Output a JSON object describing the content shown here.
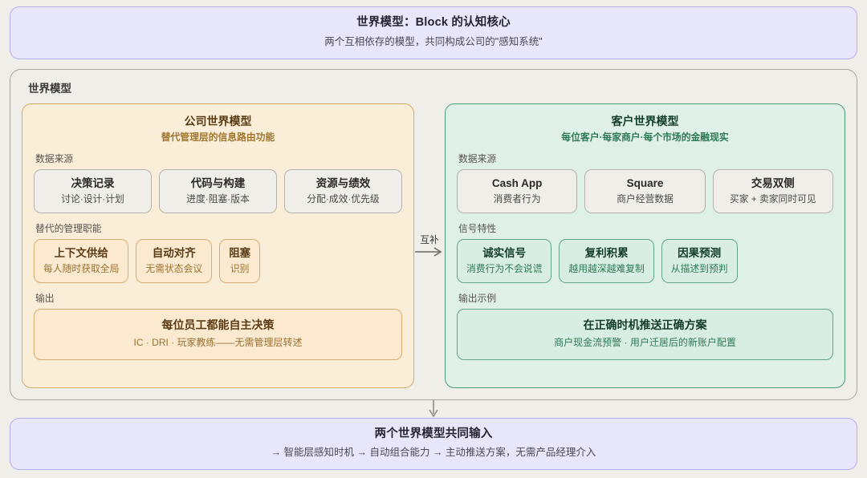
{
  "header": {
    "title": "世界模型：Block 的认知核心",
    "subtitle": "两个互相依存的模型，共同构成公司的\"感知系统\""
  },
  "container": {
    "label": "世界模型"
  },
  "connector": {
    "label": "互补",
    "arrow_icon": "arrow-right-icon"
  },
  "down_connector": {
    "arrow_icon": "arrow-down-icon"
  },
  "company_panel": {
    "title": "公司世界模型",
    "subtitle": "替代管理层的信息路由功能",
    "sections": [
      {
        "label": "数据来源",
        "style": "neutral",
        "equal": true,
        "cards": [
          {
            "title": "决策记录",
            "sub": "讨论·设计·计划"
          },
          {
            "title": "代码与构建",
            "sub": "进度·阻塞·版本"
          },
          {
            "title": "资源与绩效",
            "sub": "分配·成效·优先级"
          }
        ]
      },
      {
        "label": "替代的管理职能",
        "style": "orange",
        "equal": false,
        "cards": [
          {
            "title": "上下文供给",
            "sub": "每人随时获取全局"
          },
          {
            "title": "自动对齐",
            "sub": "无需状态会议"
          },
          {
            "title": "阻塞",
            "sub": "识别"
          }
        ]
      },
      {
        "label": "输出",
        "style": "orange",
        "wide": true,
        "cards": [
          {
            "title": "每位员工都能自主决策",
            "sub": "IC · DRI · 玩家教练——无需管理层转述"
          }
        ]
      }
    ]
  },
  "customer_panel": {
    "title": "客户世界模型",
    "subtitle": "每位客户·每家商户·每个市场的金融现实",
    "sections": [
      {
        "label": "数据来源",
        "style": "neutral",
        "equal": true,
        "cards": [
          {
            "title": "Cash App",
            "sub": "消费者行为"
          },
          {
            "title": "Square",
            "sub": "商户经营数据"
          },
          {
            "title": "交易双侧",
            "sub": "买家 + 卖家同时可见"
          }
        ]
      },
      {
        "label": "信号特性",
        "style": "green",
        "equal": false,
        "cards": [
          {
            "title": "诚实信号",
            "sub": "消费行为不会说谎"
          },
          {
            "title": "复利积累",
            "sub": "越用越深越难复制"
          },
          {
            "title": "因果预测",
            "sub": "从描述到预判"
          }
        ]
      },
      {
        "label": "输出示例",
        "style": "green",
        "wide": true,
        "cards": [
          {
            "title": "在正确时机推送正确方案",
            "sub": "商户现金流预警 · 用户迁居后的新账户配置"
          }
        ]
      }
    ]
  },
  "footer": {
    "title": "两个世界模型共同输入",
    "subtitle": "→ 智能层感知时机 → 自动组合能力 → 主动推送方案，无需产品经理介入"
  },
  "colors": {
    "page_bg": "#f0eee9",
    "banner_bg": "#e8e6fa",
    "banner_border": "#b3aef0",
    "company_bg": "#fbeed9",
    "company_border": "#d4a96a",
    "customer_bg": "#dff0e6",
    "customer_border": "#4f9c79"
  }
}
